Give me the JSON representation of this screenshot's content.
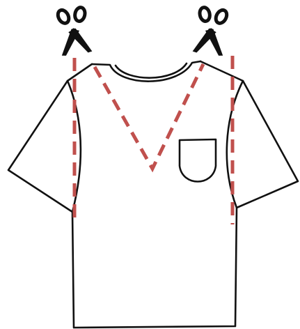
{
  "colors": {
    "outline": "#111111",
    "cut_line": "#c0504d",
    "scissors": "#111111",
    "background": "#ffffff"
  },
  "icons": {
    "left_tool": "scissors-icon",
    "right_tool": "scissors-icon"
  },
  "parts": [
    "t-shirt-body",
    "neckline-collar",
    "chest-pocket",
    "left-side-cut-line",
    "right-side-cut-line",
    "v-neck-cut-line"
  ]
}
